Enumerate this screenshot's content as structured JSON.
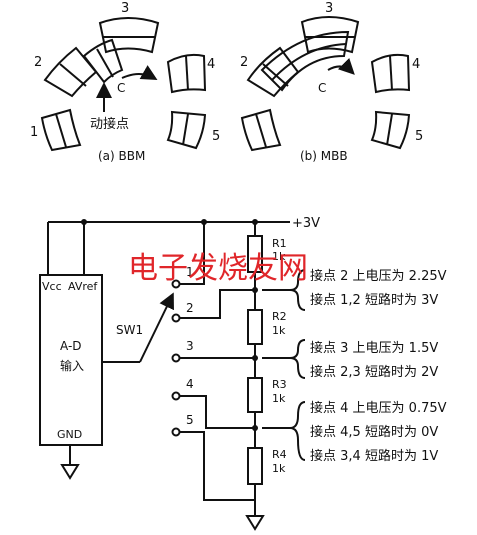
{
  "figure_a": {
    "contacts": [
      "1",
      "2",
      "3",
      "4",
      "5"
    ],
    "rotor_label": "C",
    "pointer_label": "动接点",
    "caption": "(a) BBM"
  },
  "figure_b": {
    "contacts": [
      "2",
      "3",
      "4",
      "5"
    ],
    "rotor_label": "C",
    "caption": "(b) MBB"
  },
  "circuit": {
    "supply_label": "+3V",
    "switch_label": "SW1",
    "switch_positions": [
      "1",
      "2",
      "3",
      "4",
      "5"
    ],
    "adc": {
      "vcc": "Vcc",
      "avref": "AVref",
      "line1": "A-D",
      "line2": "输入",
      "gnd": "GND"
    },
    "resistors": [
      {
        "name": "R1",
        "value": "1k"
      },
      {
        "name": "R2",
        "value": "1k"
      },
      {
        "name": "R3",
        "value": "1k"
      },
      {
        "name": "R4",
        "value": "1k"
      }
    ],
    "notes": [
      "接点 2 上电压为 2.25V",
      "接点 1,2 短路时为 3V",
      "接点 3 上电压为 1.5V",
      "接点 2,3 短路时为 2V",
      "接点 4 上电压为 0.75V",
      "接点 4,5 短路时为 0V",
      "接点 3,4 短路时为 1V"
    ]
  },
  "watermark": "电子发烧友网"
}
